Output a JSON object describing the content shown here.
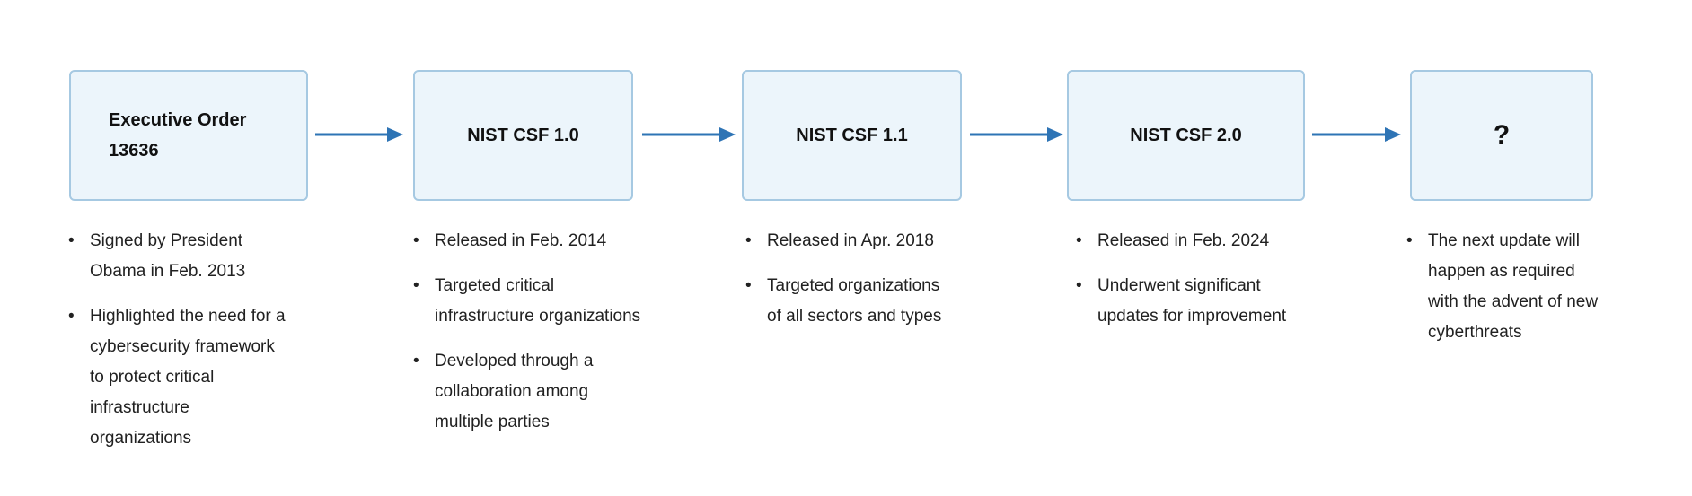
{
  "palette": {
    "box_fill": "#ecf5fb",
    "box_border": "#a6c9e2",
    "arrow_color": "#2e74b5",
    "text_color": "#212121",
    "background": "#ffffff"
  },
  "timeline": {
    "stages": [
      {
        "title": "Executive Order 13636",
        "bullets": [
          "Signed by President Obama in Feb. 2013",
          "Highlighted the need for a cybersecurity framework to protect critical infrastructure organizations"
        ]
      },
      {
        "title": "NIST CSF 1.0",
        "bullets": [
          "Released in Feb. 2014",
          "Targeted critical infrastructure organizations",
          "Developed through a collaboration among multiple parties"
        ]
      },
      {
        "title": "NIST CSF 1.1",
        "bullets": [
          "Released in Apr. 2018",
          "Targeted organizations of all sectors and types"
        ]
      },
      {
        "title": "NIST CSF 2.0",
        "bullets": [
          "Released in Feb. 2024",
          "Underwent significant updates for improvement"
        ]
      },
      {
        "title": "?",
        "bullets": [
          "The next update will happen as required with the advent of new cyberthreats"
        ]
      }
    ]
  }
}
